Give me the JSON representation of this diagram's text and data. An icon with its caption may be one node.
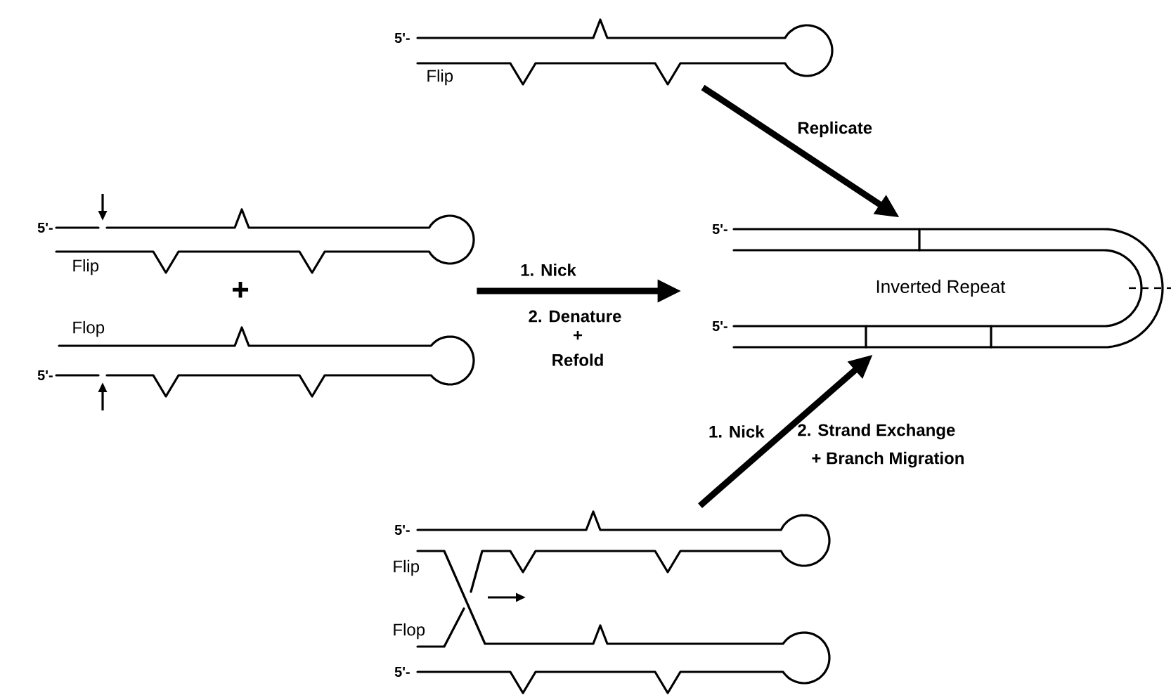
{
  "diagram": {
    "nodes": [
      {
        "text": [
          "5'-",
          "Flip"
        ]
      },
      {
        "text": [
          "5'-",
          "Flip",
          "+",
          "Flop",
          "5'-"
        ]
      },
      {
        "text": [
          "5'-",
          "Inverted Repeat",
          "5'-"
        ]
      },
      {
        "text": [
          "5'-",
          "Flip",
          "Flop",
          "5'-"
        ]
      }
    ],
    "edges": [
      {
        "from": 0,
        "to": 2,
        "arrow": "to",
        "label": "Replicate"
      },
      {
        "from": 1,
        "to": 2,
        "arrow": "to",
        "label": "1. Nick"
      },
      {
        "from": 3,
        "to": 2,
        "arrow": "to",
        "label": "1. Nick"
      }
    ],
    "labels": [
      "2. Denature",
      "+",
      "Refold",
      "2. Strand Exchange",
      "+ Branch Migration"
    ]
  }
}
